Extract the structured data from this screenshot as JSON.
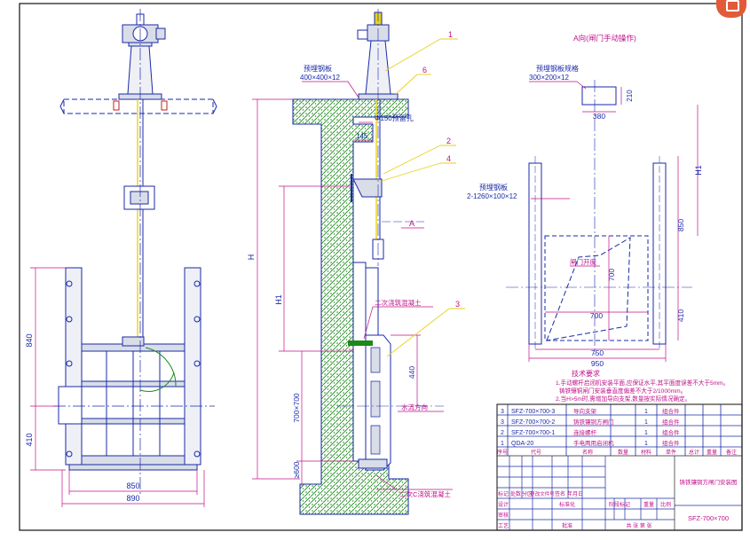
{
  "labels": {
    "view_a": "A向(闸门手动操作)",
    "anchor_plate_top": "预埋钢板",
    "anchor_plate_top_size": "400×400×12",
    "tube": "Φ150预留孔",
    "concrete_2": "二次浇筑混凝土",
    "concrete_2g": "二次C浇筑混凝土",
    "water_flow": "水流方向",
    "section_a": "A",
    "view_anchor": "预埋钢板规格",
    "view_anchor_size": "300×200×12",
    "side_anchor": "预埋钢板",
    "side_anchor_size": "2-1260×100×12",
    "gate_arc": "闸门开度"
  },
  "callouts": [
    "1",
    "6",
    "2",
    "4",
    "3"
  ],
  "dims": {
    "front_850": "850",
    "front_890": "890",
    "front_840": "840",
    "front_410": "410",
    "side_145": "145",
    "side_H": "H",
    "side_H1": "H1",
    "side_440": "440",
    "side_700": "700×700",
    "side_600": "≥600",
    "a_380": "380",
    "a_210": "210",
    "a_H1": "H1",
    "a_850": "850",
    "a_700v": "700",
    "a_700h": "700",
    "a_410": "410",
    "a_750": "750",
    "a_950": "950"
  },
  "notes": {
    "title": "技术要求",
    "line1": "1.手动螺杆启闭机安装平面,应保证水平,其平面度误差不大于5mm。",
    "line2": "铸铁镶铜闸门安装垂直度偏差不大于2/1000mm。",
    "line3": "2.当H>5m时,需增加导向支架,数量按实际情况确定。"
  },
  "bom": [
    {
      "no": "3",
      "code": "SFZ-700×700-3",
      "name": "导向支架",
      "qty": "1",
      "remark": "组合件"
    },
    {
      "no": "3",
      "code": "SFZ-700×700-2",
      "name": "铸铁镶铜方闸门",
      "qty": "1",
      "remark": "组合件"
    },
    {
      "no": "2",
      "code": "SFZ-700×700-1",
      "name": "连接螺杆",
      "qty": "1",
      "remark": "组合件"
    },
    {
      "no": "1",
      "code": "QDA-20",
      "name": "手电两用启闭机",
      "qty": "1",
      "remark": "组合件"
    }
  ],
  "bom_header": [
    "序号",
    "代号",
    "名称",
    "数量",
    "材料",
    "单件",
    "总计",
    "重量",
    "备注"
  ],
  "title_block": {
    "drawing_name": "铸铁镶铜方闸门安装图",
    "drawing_no": "SFZ-700×700",
    "row_labels": [
      "标记",
      "处数",
      "分区",
      "更改文件号",
      "签名",
      "年月日"
    ],
    "roles": [
      "设计",
      "标准化",
      "审核",
      "工艺",
      "批准"
    ],
    "stage": "阶段标记",
    "weight": "重量",
    "scale": "比例",
    "sheets": "共 张 第 张"
  },
  "colors": {
    "line": "#1a2aa8",
    "dim": "#c0108a",
    "hatch": "#1b8a1b",
    "leader": "#e6d21a"
  }
}
